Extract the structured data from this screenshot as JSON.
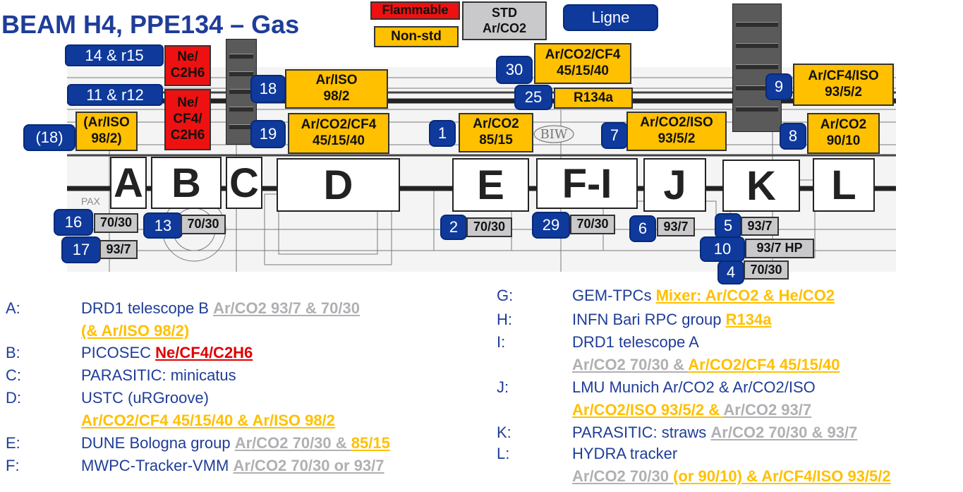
{
  "title": "BEAM H4, PPE134 – Gas",
  "key": {
    "flammable": "Flammable",
    "non_std": "Non-std",
    "std": "STD\nAr/CO2",
    "ligne": "Ligne"
  },
  "zones": {
    "A": "A",
    "B": "B",
    "C": "C",
    "D": "D",
    "E": "E",
    "FI": "F-I",
    "J": "J",
    "K": "K",
    "L": "L"
  },
  "numbers": {
    "n14": "14 & r15",
    "n11": "11 & r12",
    "n18p": "(18)",
    "n18": "18",
    "n19": "19",
    "n30": "30",
    "n25": "25",
    "n1": "1",
    "n7": "7",
    "n9": "9",
    "n8": "8",
    "n16": "16",
    "n17": "17",
    "n13": "13",
    "n2": "2",
    "n29": "29",
    "n6": "6",
    "n5": "5",
    "n10": "10",
    "n4": "4"
  },
  "gas_top": {
    "ne_c2h6": "Ne/\nC2H6",
    "ne_cf4_c2h6": "Ne/\nCF4/\nC2H6",
    "ar_iso_18": "(Ar/ISO\n98/2)",
    "ar_iso_982": "Ar/ISO\n98/2",
    "ar_co2_cf4_19": "Ar/CO2/CF4\n45/15/40",
    "ar_co2_cf4_30": "Ar/CO2/CF4\n45/15/40",
    "r134a": "R134a",
    "ar_co2_8515": "Ar/CO2\n85/15",
    "ar_co2_iso": "Ar/CO2/ISO\n93/5/2",
    "ar_cf4_iso": "Ar/CF4/ISO\n93/5/2",
    "ar_co2_9010": "Ar/CO2\n90/10"
  },
  "gas_bottom": {
    "g16": "70/30",
    "g17": "93/7",
    "g13": "70/30",
    "g2": "70/30",
    "g29": "70/30",
    "g6": "93/7",
    "g5": "93/7",
    "g10": "93/7 HP",
    "g4": "70/30"
  },
  "legend_left": [
    {
      "key": "A:",
      "parts": [
        {
          "t": "DRD1 telescope B ",
          "c": "bl"
        },
        {
          "t": "Ar/CO2 93/7 & 70/30",
          "c": "gr"
        }
      ]
    },
    {
      "key": "",
      "parts": [
        {
          "t": "(& Ar/ISO 98/2)",
          "c": "yl"
        }
      ]
    },
    {
      "key": "B:",
      "parts": [
        {
          "t": "PICOSEC ",
          "c": "bl"
        },
        {
          "t": "Ne/CF4/C2H6",
          "c": "rd"
        }
      ]
    },
    {
      "key": "C:",
      "parts": [
        {
          "t": "PARASITIC: minicatus",
          "c": "bl"
        }
      ]
    },
    {
      "key": "D:",
      "parts": [
        {
          "t": "USTC (uRGroove)",
          "c": "bl"
        }
      ]
    },
    {
      "key": "",
      "parts": [
        {
          "t": "Ar/CO2/CF4 45/15/40 & Ar/ISO 98/2",
          "c": "yl"
        }
      ]
    },
    {
      "key": "E:",
      "parts": [
        {
          "t": "DUNE Bologna group ",
          "c": "bl"
        },
        {
          "t": "Ar/CO2 70/30 & ",
          "c": "gr"
        },
        {
          "t": "85/15",
          "c": "yl"
        }
      ]
    },
    {
      "key": "F:",
      "parts": [
        {
          "t": "MWPC-Tracker-VMM ",
          "c": "bl"
        },
        {
          "t": "Ar/CO2 70/30 or 93/7",
          "c": "gr"
        }
      ]
    }
  ],
  "legend_right": [
    {
      "key": "G:",
      "parts": [
        {
          "t": "GEM-TPCs ",
          "c": "bl"
        },
        {
          "t": "Mixer: Ar/CO2 & He/CO2",
          "c": "yl"
        }
      ]
    },
    {
      "key": "H:",
      "parts": [
        {
          "t": "INFN Bari RPC group ",
          "c": "bl"
        },
        {
          "t": "R134a",
          "c": "yl"
        }
      ]
    },
    {
      "key": "I:",
      "parts": [
        {
          "t": "DRD1 telescope A",
          "c": "bl"
        }
      ]
    },
    {
      "key": "",
      "parts": [
        {
          "t": "Ar/CO2 70/30 & ",
          "c": "gr"
        },
        {
          "t": "Ar/CO2/CF4 45/15/40",
          "c": "yl"
        }
      ]
    },
    {
      "key": "J:",
      "parts": [
        {
          "t": "LMU Munich Ar/CO2 & Ar/CO2/ISO",
          "c": "bl"
        }
      ]
    },
    {
      "key": "",
      "parts": [
        {
          "t": "Ar/CO2/ISO 93/5/2 & ",
          "c": "yl"
        },
        {
          "t": "Ar/CO2 93/7",
          "c": "gr"
        }
      ]
    },
    {
      "key": "K:",
      "parts": [
        {
          "t": "PARASITIC: straws ",
          "c": "bl"
        },
        {
          "t": "Ar/CO2 70/30 & 93/7",
          "c": "gr"
        }
      ]
    },
    {
      "key": "L:",
      "parts": [
        {
          "t": "HYDRA tracker",
          "c": "bl"
        }
      ]
    },
    {
      "key": "",
      "parts": [
        {
          "t": "Ar/CO2 70/30 ",
          "c": "gr"
        },
        {
          "t": "(or 90/10) & Ar/CF4/ISO 93/5/2",
          "c": "yl"
        }
      ]
    }
  ],
  "plan_labels": {
    "biw": "BIW",
    "pax": "PAX"
  },
  "colors": {
    "ligne": "#0f3a9c",
    "non_std": "#ffc000",
    "flammable": "#ee1111",
    "std": "#c9c9cc"
  }
}
